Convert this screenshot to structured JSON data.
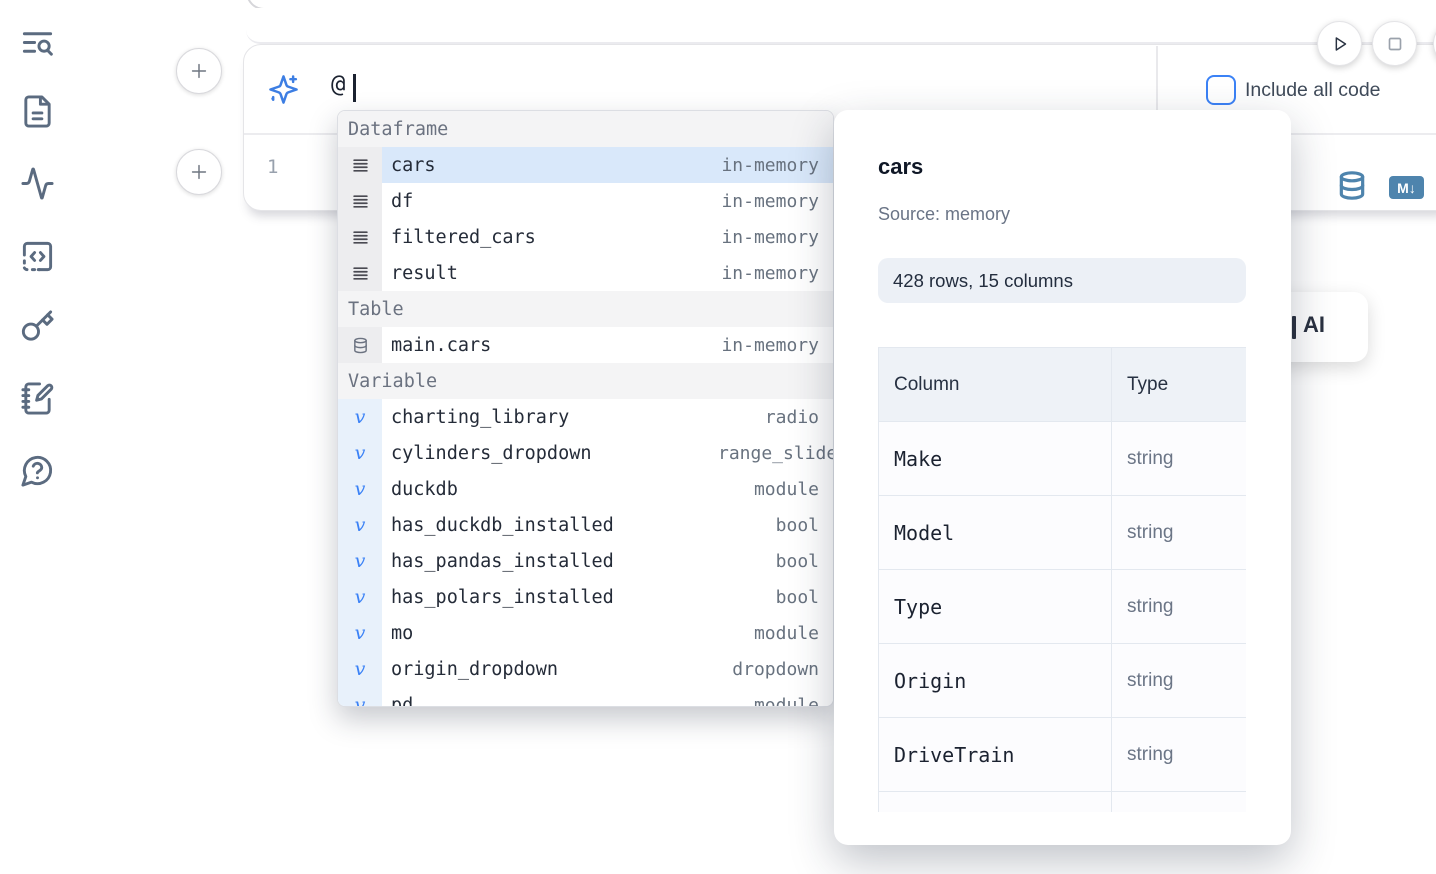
{
  "toolbar": {
    "include_all_code_label": "Include all code"
  },
  "ai_input": {
    "value": "@"
  },
  "cell": {
    "line_number": "1",
    "markdown_badge": "M↓"
  },
  "icons": {
    "variable_glyph": "v"
  },
  "autocomplete": {
    "sections": [
      {
        "label": "Dataframe",
        "items": [
          {
            "name": "cars",
            "type": "in-memory",
            "selected": true
          },
          {
            "name": "df",
            "type": "in-memory"
          },
          {
            "name": "filtered_cars",
            "type": "in-memory"
          },
          {
            "name": "result",
            "type": "in-memory"
          }
        ]
      },
      {
        "label": "Table",
        "items": [
          {
            "name": "main.cars",
            "type": "in-memory"
          }
        ]
      },
      {
        "label": "Variable",
        "items": [
          {
            "name": "charting_library",
            "type": "radio"
          },
          {
            "name": "cylinders_dropdown",
            "type": "range_slider"
          },
          {
            "name": "duckdb",
            "type": "module"
          },
          {
            "name": "has_duckdb_installed",
            "type": "bool"
          },
          {
            "name": "has_pandas_installed",
            "type": "bool"
          },
          {
            "name": "has_polars_installed",
            "type": "bool"
          },
          {
            "name": "mo",
            "type": "module"
          },
          {
            "name": "origin_dropdown",
            "type": "dropdown"
          },
          {
            "name": "pd",
            "type": "module"
          }
        ]
      }
    ]
  },
  "preview": {
    "title": "cars",
    "source": "Source: memory",
    "shape": "428 rows, 15 columns",
    "table": {
      "headers": [
        "Column",
        "Type"
      ],
      "rows": [
        {
          "column": "Make",
          "type": "string"
        },
        {
          "column": "Model",
          "type": "string"
        },
        {
          "column": "Type",
          "type": "string"
        },
        {
          "column": "Origin",
          "type": "string"
        },
        {
          "column": "DriveTrain",
          "type": "string"
        }
      ]
    }
  },
  "partial_button": {
    "label": "AI"
  },
  "colors": {
    "accent_blue": "#3b82f6",
    "steel_blue": "#4e84ad",
    "selection_blue": "#d9e8fa"
  }
}
